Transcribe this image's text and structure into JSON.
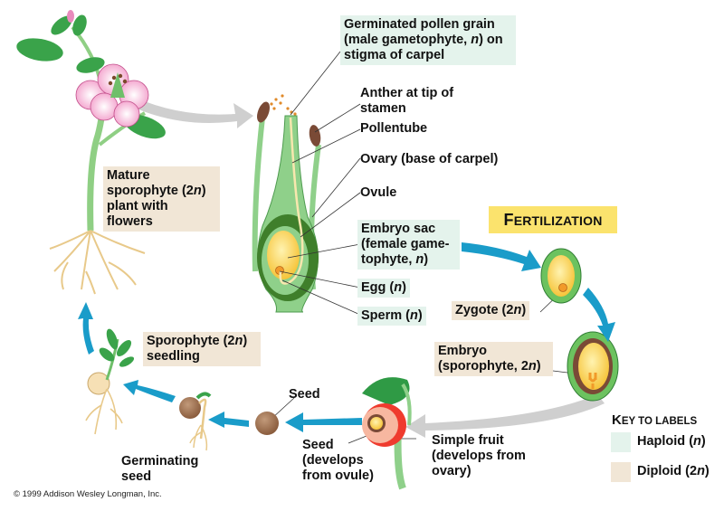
{
  "title": "Angiosperm life cycle",
  "process_label": {
    "first": "F",
    "rest": "ERTILIZATION"
  },
  "labels": {
    "pollen_grain": [
      "Germinated pollen grain",
      "(male gametophyte, ",
      "n",
      ") on",
      "stigma of carpel"
    ],
    "anther": [
      "Anther at tip of",
      "stamen"
    ],
    "pollen_tube": "Pollentube",
    "ovary": "Ovary (base of carpel)",
    "ovule": "Ovule",
    "embryo_sac": [
      "Embryo sac",
      "(female game-",
      "tophyte, ",
      "n",
      ")"
    ],
    "egg": [
      "Egg (",
      "n",
      ")"
    ],
    "sperm": [
      "Sperm (",
      "n",
      ")"
    ],
    "zygote": [
      "Zygote (2",
      "n",
      ")"
    ],
    "embryo": [
      "Embryo",
      "(sporophyte, 2",
      "n",
      ")"
    ],
    "mature_sporophyte": [
      "Mature",
      "sporophyte (2",
      "n",
      ")",
      "plant with",
      "flowers"
    ],
    "seedling": [
      "Sporophyte (2",
      "n",
      ")",
      "seedling"
    ],
    "seed": "Seed",
    "seed_develops": [
      "Seed",
      "(develops",
      "from ovule)"
    ],
    "simple_fruit": [
      "Simple fruit",
      "(develops from",
      "ovary)"
    ],
    "germinating_seed": [
      "Germinating",
      "seed"
    ]
  },
  "key": {
    "title_first": "K",
    "title_mid": "EY",
    "title_rest": " TO LABELS",
    "items": [
      {
        "label_pre": "Haploid (",
        "label_it": "n",
        "label_post": ")",
        "color": "#e4f3ec"
      },
      {
        "label_pre": "Diploid (2",
        "label_it": "n",
        "label_post": ")",
        "color": "#f1e6d6"
      }
    ]
  },
  "colors": {
    "haploid": "#e4f3ec",
    "diploid": "#f1e6d6",
    "fertilization": "#fbe36d",
    "cycle_arrow": "#1a9cc9",
    "gray_arrow": "#cfcfcf"
  },
  "copyright": "© 1999 Addison Wesley Longman, Inc."
}
